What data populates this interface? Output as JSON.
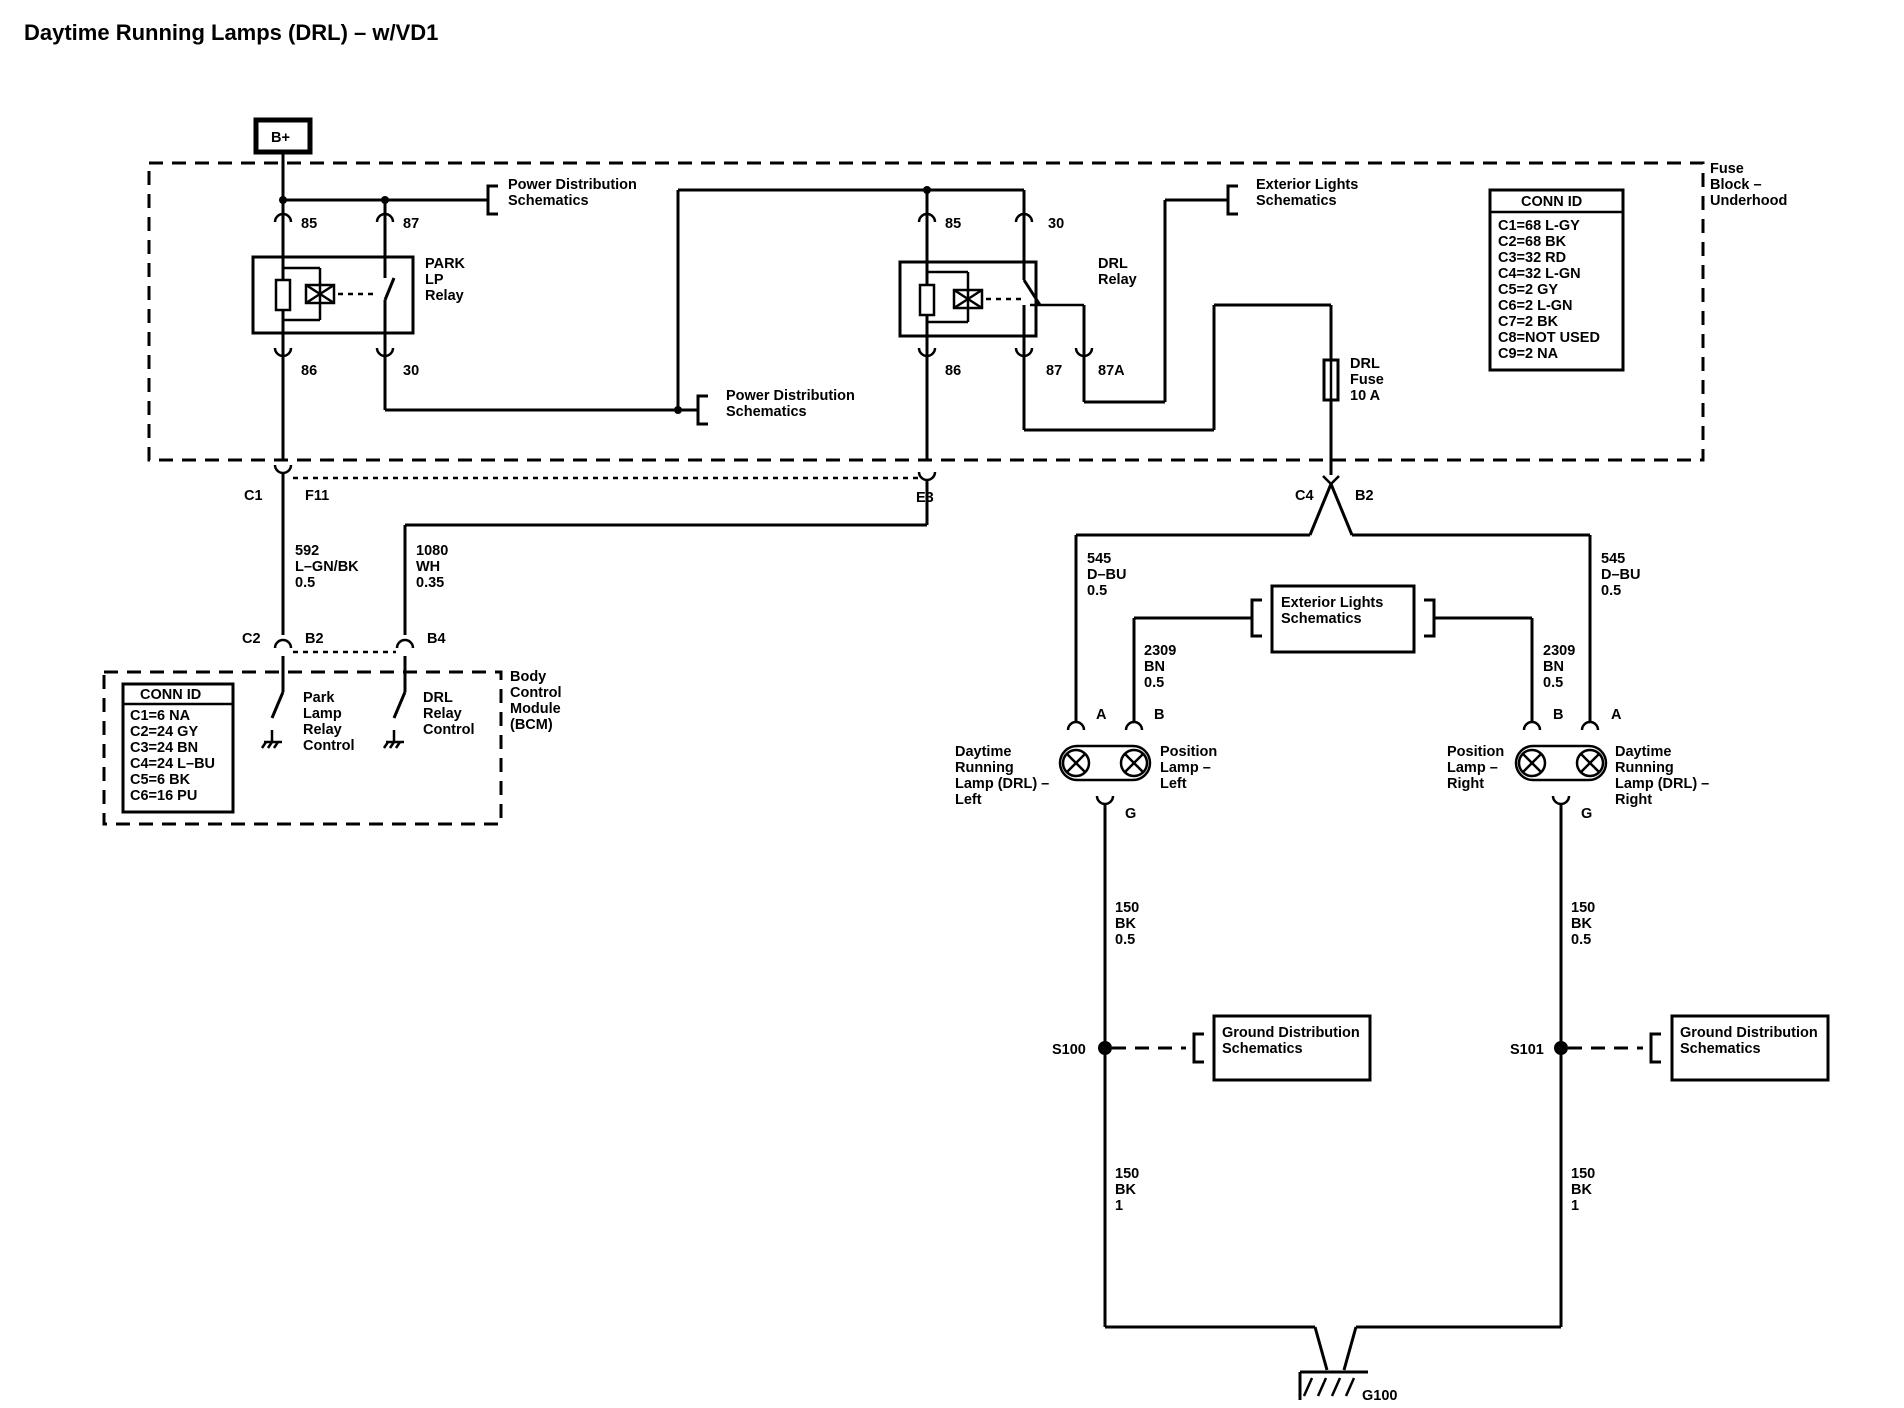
{
  "title": "Daytime Running Lamps (DRL) – w/VD1",
  "power": {
    "label": "B+"
  },
  "fuse_block": {
    "label": [
      "Fuse",
      "Block –",
      "Underhood"
    ]
  },
  "fuse_block_conn": {
    "header": "CONN ID",
    "rows": [
      "C1=68 L-GY",
      "C2=68 BK",
      "C3=32 RD",
      "C4=32 L-GN",
      "C5=2 GY",
      "C6=2 L-GN",
      "C7=2 BK",
      "C8=NOT USED",
      "C9=2 NA"
    ]
  },
  "park_relay": {
    "label": [
      "PARK",
      "LP",
      "Relay"
    ],
    "pin85": "85",
    "pin87": "87",
    "pin86": "86",
    "pin30": "30"
  },
  "drl_relay": {
    "label": [
      "DRL",
      "Relay"
    ],
    "pin85": "85",
    "pin30": "30",
    "pin86": "86",
    "pin87": "87",
    "pin87a": "87A"
  },
  "refs": {
    "power_dist_1": [
      "Power Distribution",
      "Schematics"
    ],
    "power_dist_2": [
      "Power Distribution",
      "Schematics"
    ],
    "ext_lights_1": [
      "Exterior Lights",
      "Schematics"
    ],
    "ext_lights_2": [
      "Exterior Lights",
      "Schematics"
    ],
    "ground_dist_1": [
      "Ground Distribution",
      "Schematics"
    ],
    "ground_dist_2": [
      "Ground Distribution",
      "Schematics"
    ]
  },
  "drl_fuse": {
    "label": [
      "DRL",
      "Fuse",
      "10 A"
    ]
  },
  "connectors": {
    "c1": "C1",
    "f11": "F11",
    "e3": "E3",
    "c4": "C4",
    "b2_top": "B2",
    "c2": "C2",
    "b2_bcm": "B2",
    "b4": "B4"
  },
  "wires": {
    "w592": [
      "592",
      "L–GN/BK",
      "0.5"
    ],
    "w1080": [
      "1080",
      "WH",
      "0.35"
    ],
    "w545_left": [
      "545",
      "D–BU",
      "0.5"
    ],
    "w545_right": [
      "545",
      "D–BU",
      "0.5"
    ],
    "w2309_left": [
      "2309",
      "BN",
      "0.5"
    ],
    "w2309_right": [
      "2309",
      "BN",
      "0.5"
    ],
    "w150_left_1": [
      "150",
      "BK",
      "0.5"
    ],
    "w150_right_1": [
      "150",
      "BK",
      "0.5"
    ],
    "w150_left_2": [
      "150",
      "BK",
      "1"
    ],
    "w150_right_2": [
      "150",
      "BK",
      "1"
    ]
  },
  "bcm": {
    "label": [
      "Body",
      "Control",
      "Module",
      "(BCM)"
    ],
    "park_control": [
      "Park",
      "Lamp",
      "Relay",
      "Control"
    ],
    "drl_control": [
      "DRL",
      "Relay",
      "Control"
    ]
  },
  "bcm_conn": {
    "header": "CONN ID",
    "rows": [
      "C1=6 NA",
      "C2=24 GY",
      "C3=24 BN",
      "C4=24 L–BU",
      "C5=6 BK",
      "C6=16 PU"
    ]
  },
  "lamp_left": {
    "drl_label": [
      "Daytime",
      "Running",
      "Lamp (DRL) –",
      "Left"
    ],
    "pos_label": [
      "Position",
      "Lamp –",
      "Left"
    ],
    "pin_a": "A",
    "pin_b": "B",
    "pin_g": "G"
  },
  "lamp_right": {
    "drl_label": [
      "Daytime",
      "Running",
      "Lamp (DRL) –",
      "Right"
    ],
    "pos_label": [
      "Position",
      "Lamp –",
      "Right"
    ],
    "pin_a": "A",
    "pin_b": "B",
    "pin_g": "G"
  },
  "splices": {
    "s100": "S100",
    "s101": "S101"
  },
  "ground": {
    "label": "G100"
  }
}
